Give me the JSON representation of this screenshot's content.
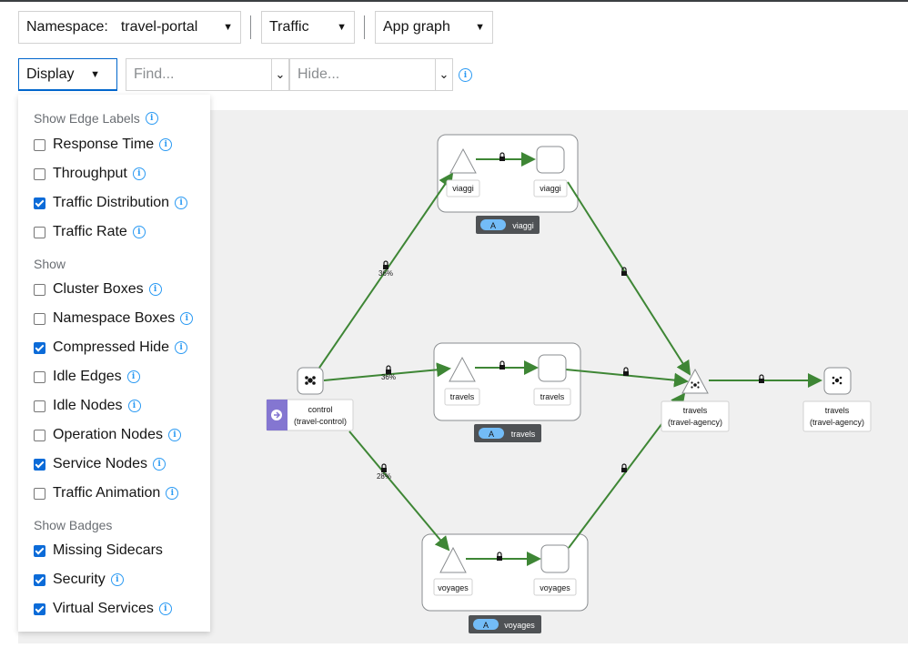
{
  "toolbar": {
    "namespace_label": "Namespace:",
    "namespace_value": "travel-portal",
    "traffic_label": "Traffic",
    "graph_type_label": "App graph",
    "display_label": "Display",
    "find_placeholder": "Find...",
    "hide_placeholder": "Hide..."
  },
  "display_menu": {
    "edge_labels_header": "Show Edge Labels",
    "edge_labels": [
      {
        "label": "Response Time",
        "checked": false
      },
      {
        "label": "Throughput",
        "checked": false
      },
      {
        "label": "Traffic Distribution",
        "checked": true
      },
      {
        "label": "Traffic Rate",
        "checked": false
      }
    ],
    "show_header": "Show",
    "show_items": [
      {
        "label": "Cluster Boxes",
        "checked": false
      },
      {
        "label": "Namespace Boxes",
        "checked": false
      },
      {
        "label": "Compressed Hide",
        "checked": true
      },
      {
        "label": "Idle Edges",
        "checked": false
      },
      {
        "label": "Idle Nodes",
        "checked": false
      },
      {
        "label": "Operation Nodes",
        "checked": false
      },
      {
        "label": "Service Nodes",
        "checked": true
      },
      {
        "label": "Traffic Animation",
        "checked": false
      }
    ],
    "badges_header": "Show Badges",
    "badges": [
      {
        "label": "Missing Sidecars",
        "checked": true
      },
      {
        "label": "Security",
        "checked": true
      },
      {
        "label": "Virtual Services",
        "checked": true
      }
    ]
  },
  "graph": {
    "boxes": [
      {
        "app": "viaggi",
        "badge": "A",
        "workload": "viaggi",
        "service": "viaggi"
      },
      {
        "app": "travels",
        "badge": "A",
        "workload": "travels",
        "service": "travels"
      },
      {
        "app": "voyages",
        "badge": "A",
        "workload": "voyages",
        "service": "voyages"
      }
    ],
    "control_node": {
      "line1": "control",
      "line2": "(travel-control)"
    },
    "travels_service": {
      "line1": "travels",
      "line2": "(travel-agency)"
    },
    "travels_external": {
      "line1": "travels",
      "line2": "(travel-agency)"
    },
    "edge_labels": {
      "to_viaggi": "36%",
      "to_travels": "36%",
      "to_voyages": "28%"
    },
    "colors": {
      "edge": "#3e8635",
      "badge": "#73bcf7",
      "control_icon_bg": "#8476d1",
      "app_label_bg": "#4f5255"
    }
  }
}
